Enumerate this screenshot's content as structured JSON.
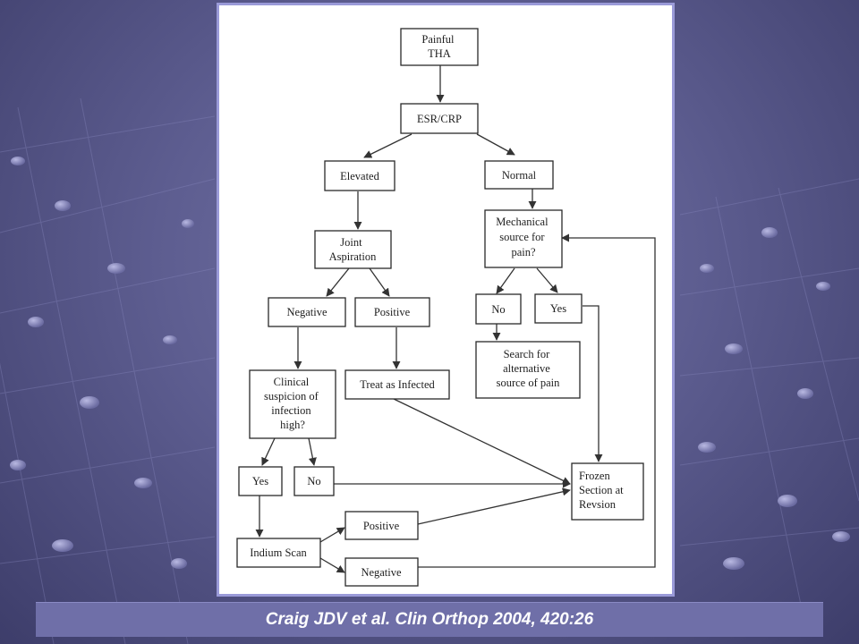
{
  "colors": {
    "background": "#5d5d90",
    "frame_border": "#9a9ad8",
    "caption_bar": "#6f6fa8",
    "caption_text": "#ffffff"
  },
  "diagram": {
    "nodes": {
      "painful_tha": [
        "Painful",
        "THA"
      ],
      "esr_crp": [
        "ESR/CRP"
      ],
      "elevated": [
        "Elevated"
      ],
      "normal": [
        "Normal"
      ],
      "joint_aspiration": [
        "Joint",
        "Aspiration"
      ],
      "mechanical_source": [
        "Mechanical",
        "source for",
        "pain?"
      ],
      "negative_aspiration": [
        "Negative"
      ],
      "positive_aspiration": [
        "Positive"
      ],
      "mechanical_no": [
        "No"
      ],
      "mechanical_yes": [
        "Yes"
      ],
      "search_alternative": [
        "Search for",
        "alternative",
        "source of pain"
      ],
      "clinical_suspicion": [
        "Clinical",
        "suspicion of",
        "infection",
        "high?"
      ],
      "treat_infected": [
        "Treat as Infected"
      ],
      "suspicion_yes": [
        "Yes"
      ],
      "suspicion_no": [
        "No"
      ],
      "frozen_section": [
        "Frozen",
        "Section at",
        "Revsion"
      ],
      "scan_positive": [
        "Positive"
      ],
      "indium_scan": [
        "Indium Scan"
      ],
      "scan_negative": [
        "Negative"
      ]
    }
  },
  "caption": "Craig JDV et al. Clin Orthop 2004, 420:26"
}
